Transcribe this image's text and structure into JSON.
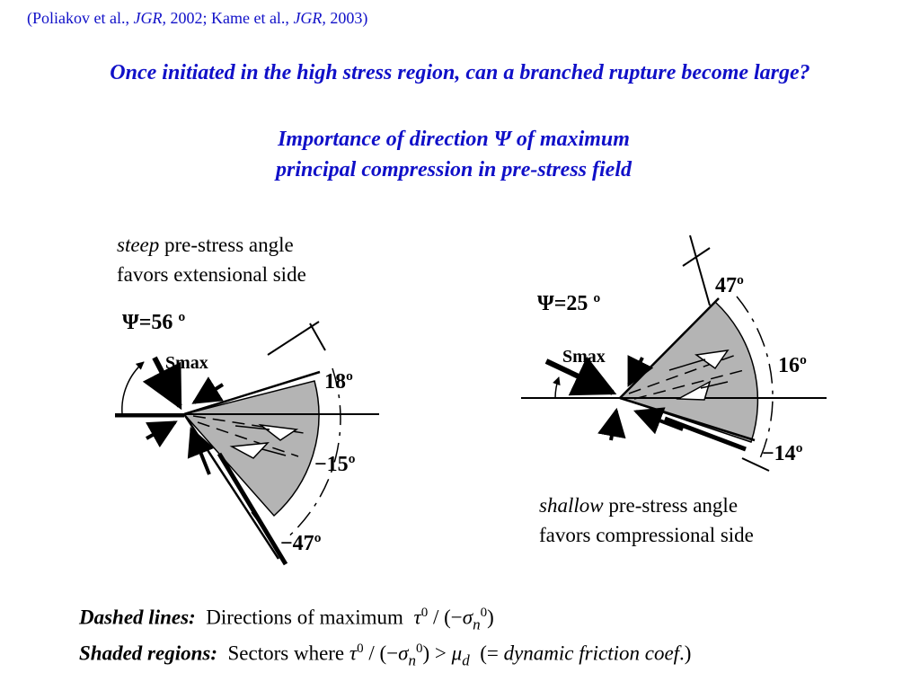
{
  "citation": {
    "open": "(Poliakov et al., ",
    "jgr1": "JGR,",
    "mid": " 2002; Kame et al., ",
    "jgr2": "JGR,",
    "close": " 2003)"
  },
  "question": "Once initiated in the high stress region, can a branched rupture become large?",
  "importance": {
    "line1": "Importance of direction Ψ of maximum",
    "line2": "principal compression in pre-stress field"
  },
  "left_panel": {
    "caption_italic": "steep",
    "caption_rest": " pre-stress angle",
    "caption_line2": "favors  extensional side",
    "psi_label": "Ψ=56 º",
    "smax_label": "Smax",
    "angle_top": "18º",
    "angle_mid": "−15º",
    "angle_bottom": "−47º"
  },
  "right_panel": {
    "caption_italic": "shallow",
    "caption_rest": " pre-stress angle",
    "caption_line2": "favors  compressional side",
    "psi_label": "Ψ=25 º",
    "smax_label": "Smax",
    "angle_top": "47º",
    "angle_mid": "16º",
    "angle_bottom": "−14º"
  },
  "notes": {
    "dashed_label": "Dashed lines:",
    "dashed_text": "  Directions of maximum  ",
    "shaded_label": "Shaded regions:",
    "shaded_text": "  Sectors where ",
    "tau": "τ",
    "sup0": "0",
    "slash_paren": " / (−",
    "sigma": "σ",
    "sub_n": "n",
    "close_paren": ")",
    "gt": ") > ",
    "mu": "μ",
    "sub_d": "d",
    "friction_open": "  (= ",
    "friction_italic": "dynamic friction coef",
    "friction_close": ".)"
  },
  "colors": {
    "accent": "#1010c8",
    "shade": "#b4b4b4"
  }
}
